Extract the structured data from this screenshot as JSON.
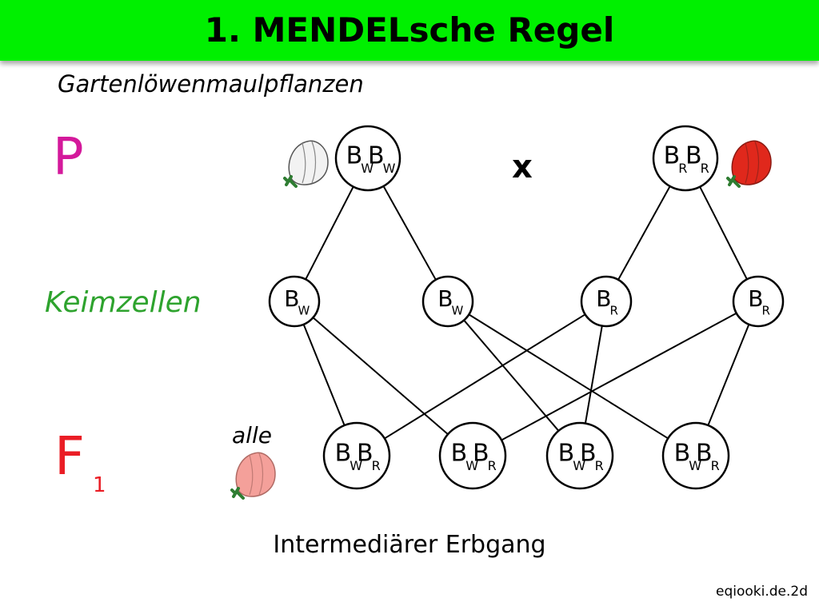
{
  "title": "1. MENDELsche Regel",
  "subtitle": "Gartenlöwenmaulpflanzen",
  "rows": {
    "p_label": "P",
    "gametes_label": "Keimzellen",
    "f1_label": "F",
    "f1_subscript": "1"
  },
  "cross_symbol": "x",
  "f1_note": "alle",
  "caption": "Intermediärer Erbgang",
  "source": "eqiooki.de.2d",
  "colors": {
    "title_bar": "#00f000",
    "p_label": "#d4199b",
    "gametes_label": "#2ea32e",
    "f1_label": "#ea1d25",
    "white_flower": "#f2f2f2",
    "red_flower": "#e0281c",
    "pink_flower": "#f4a09a",
    "leaf": "#2f7d32"
  },
  "nodes": {
    "parent_white": {
      "letters": [
        [
          "B",
          "W"
        ],
        [
          "B",
          "W"
        ]
      ]
    },
    "parent_red": {
      "letters": [
        [
          "B",
          "R"
        ],
        [
          "B",
          "R"
        ]
      ]
    },
    "gamete_w1": {
      "letters": [
        [
          "B",
          "W"
        ]
      ]
    },
    "gamete_w2": {
      "letters": [
        [
          "B",
          "W"
        ]
      ]
    },
    "gamete_r1": {
      "letters": [
        [
          "B",
          "R"
        ]
      ]
    },
    "gamete_r2": {
      "letters": [
        [
          "B",
          "R"
        ]
      ]
    },
    "f1_1": {
      "letters": [
        [
          "B",
          "W"
        ],
        [
          "B",
          "R"
        ]
      ]
    },
    "f1_2": {
      "letters": [
        [
          "B",
          "W"
        ],
        [
          "B",
          "R"
        ]
      ]
    },
    "f1_3": {
      "letters": [
        [
          "B",
          "W"
        ],
        [
          "B",
          "R"
        ]
      ]
    },
    "f1_4": {
      "letters": [
        [
          "B",
          "W"
        ],
        [
          "B",
          "R"
        ]
      ]
    }
  },
  "edges": [
    [
      "parent_white",
      "gamete_w1"
    ],
    [
      "parent_white",
      "gamete_w2"
    ],
    [
      "parent_red",
      "gamete_r1"
    ],
    [
      "parent_red",
      "gamete_r2"
    ],
    [
      "gamete_w1",
      "f1_1"
    ],
    [
      "gamete_w1",
      "f1_2"
    ],
    [
      "gamete_w2",
      "f1_3"
    ],
    [
      "gamete_w2",
      "f1_4"
    ],
    [
      "gamete_r1",
      "f1_1"
    ],
    [
      "gamete_r1",
      "f1_3"
    ],
    [
      "gamete_r2",
      "f1_2"
    ],
    [
      "gamete_r2",
      "f1_4"
    ]
  ],
  "flowers": {
    "parent_white": "white-snapdragon",
    "parent_red": "red-snapdragon",
    "f1": "pink-snapdragon"
  }
}
